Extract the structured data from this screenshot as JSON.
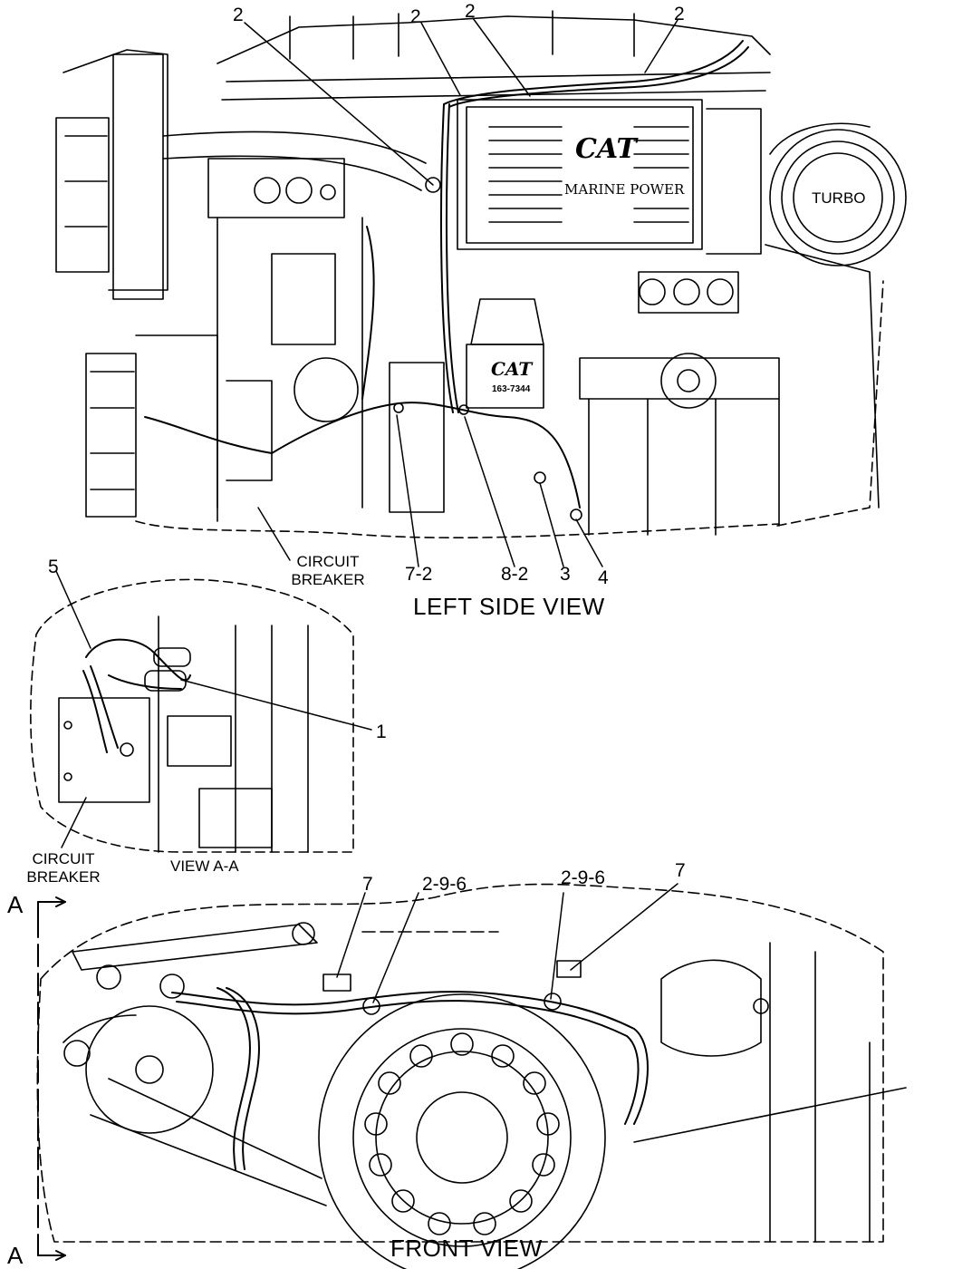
{
  "views": {
    "left_side": {
      "title": "LEFT SIDE VIEW",
      "callouts": [
        "2",
        "2",
        "2",
        "2",
        "7-2",
        "8-2",
        "3",
        "4"
      ],
      "notes": {
        "circuit_breaker_line1": "CIRCUIT",
        "circuit_breaker_line2": "BREAKER",
        "turbo": "TURBO"
      },
      "aftercooler_logo": "CAT",
      "aftercooler_text": "MARINE POWER",
      "module_logo": "CAT",
      "module_part": "163-7344"
    },
    "view_a_a": {
      "title": "VIEW A-A",
      "callouts": [
        "5",
        "1"
      ],
      "notes": {
        "circuit_breaker_line1": "CIRCUIT",
        "circuit_breaker_line2": "BREAKER"
      }
    },
    "front": {
      "title": "FRONT VIEW",
      "callouts": [
        "7",
        "2-9-6",
        "2-9-6",
        "7"
      ],
      "section_marker_top": "A",
      "section_marker_bottom": "A"
    }
  }
}
